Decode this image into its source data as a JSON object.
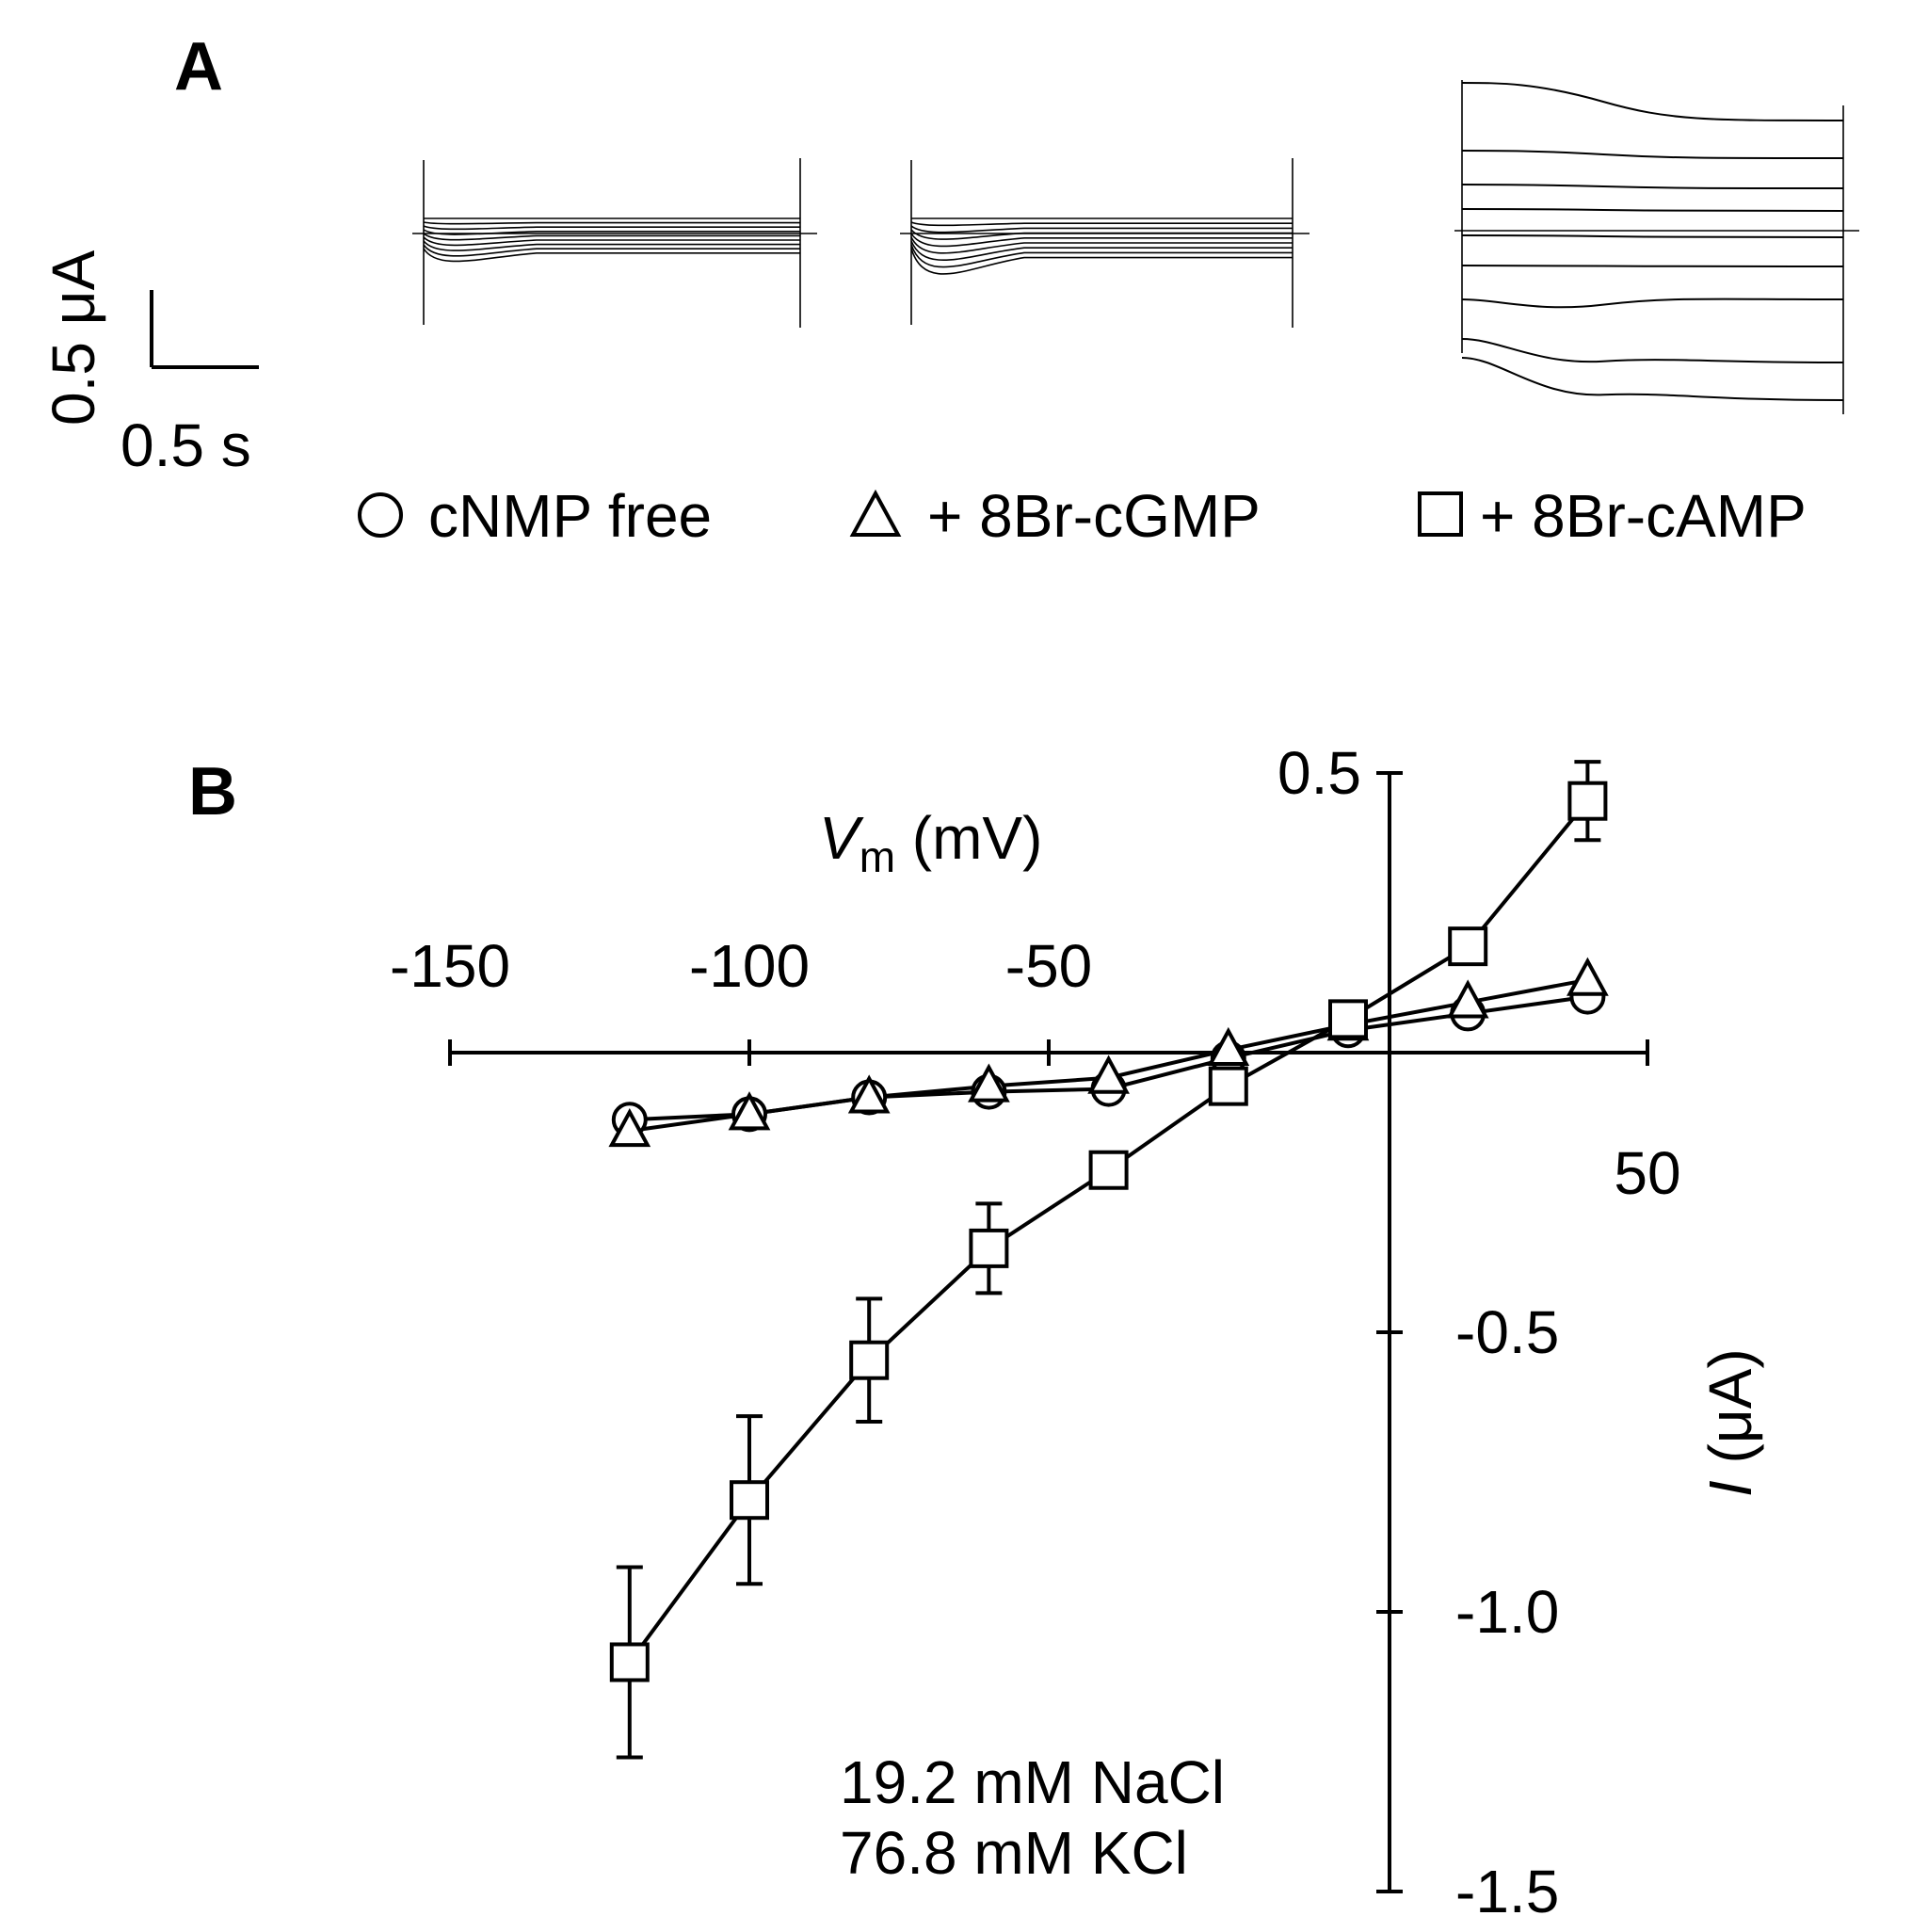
{
  "panel_a": {
    "letter": "A",
    "scale_bar": {
      "current_label": "0.5 μA",
      "time_label": "0.5 s"
    },
    "legend": [
      {
        "marker": "circle",
        "label": "cNMP free"
      },
      {
        "marker": "triangle",
        "label": "+ 8Br-cGMP"
      },
      {
        "marker": "square",
        "label": "+ 8Br-cAMP"
      }
    ]
  },
  "panel_b": {
    "letter": "B"
  },
  "chart_data": {
    "type": "scatter",
    "title": "",
    "xlabel_main": "V",
    "xlabel_sub": "m",
    "xlabel_unit": " (mV)",
    "ylabel_main": "I",
    "ylabel_unit": " (μA)",
    "xlim": [
      -150,
      50
    ],
    "ylim": [
      -1.5,
      0.5
    ],
    "xticks": [
      -150,
      -100,
      -50,
      50
    ],
    "xtick_labels": [
      "-150",
      "-100",
      "-50",
      "50"
    ],
    "yticks": [
      0.5,
      -0.5,
      -1.0,
      -1.5
    ],
    "ytick_labels": [
      "0.5",
      "-0.5",
      "-1.0",
      "-1.5"
    ],
    "annotation": [
      "19.2 mM NaCl",
      "76.8 mM KCl"
    ],
    "series": [
      {
        "name": "cNMP free",
        "marker": "circle",
        "x": [
          -120,
          -100,
          -80,
          -60,
          -40,
          -20,
          0,
          20,
          40
        ],
        "y": [
          -0.12,
          -0.11,
          -0.08,
          -0.07,
          -0.065,
          -0.01,
          0.04,
          0.07,
          0.1
        ]
      },
      {
        "name": "+ 8Br-cGMP",
        "marker": "triangle",
        "x": [
          -120,
          -100,
          -80,
          -60,
          -40,
          -20,
          0,
          20,
          40
        ],
        "y": [
          -0.14,
          -0.11,
          -0.08,
          -0.06,
          -0.045,
          0.005,
          0.05,
          0.09,
          0.13
        ]
      },
      {
        "name": "+ 8Br-cAMP",
        "marker": "square",
        "x": [
          -120,
          -100,
          -80,
          -60,
          -40,
          -20,
          0,
          20,
          40
        ],
        "y": [
          -1.09,
          -0.8,
          -0.55,
          -0.35,
          -0.21,
          -0.06,
          0.06,
          0.19,
          0.45
        ],
        "err": [
          0.17,
          0.15,
          0.11,
          0.08,
          0.02,
          0.02,
          0.02,
          0.02,
          0.07
        ]
      }
    ]
  }
}
